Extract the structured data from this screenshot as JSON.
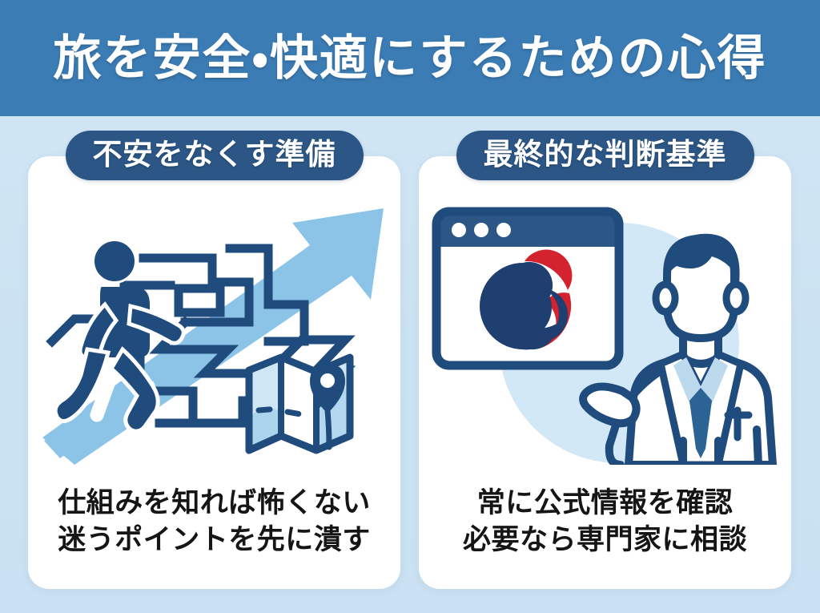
{
  "header": {
    "title": "旅を安全・快適にするための心得",
    "bg_color": "#3b7cb5",
    "text_color": "#ffffff"
  },
  "page": {
    "background_color": "#cfe5f4",
    "card_background_color": "#ffffff",
    "badge_color": "#2b5685",
    "accent_navy": "#1f4b7d",
    "accent_light_blue": "#8cc4e8",
    "accent_red": "#d2232f"
  },
  "cards": [
    {
      "badge": "不安をなくす準備",
      "illustration": "person-walking-maze-arrow-map",
      "illustration_parts": [
        "upward-arrow-icon",
        "maze-icon",
        "walking-person-icon",
        "folded-map-icon",
        "location-pin-icon"
      ],
      "caption_lines": [
        "仕組みを知れば怖くない",
        "迷うポイントを先に潰す"
      ]
    },
    {
      "badge": "最終的な判断基準",
      "illustration": "browser-window-taegeuk-expert",
      "illustration_parts": [
        "browser-window-icon",
        "taegeuk-emblem-icon",
        "expert-person-icon",
        "circle-backdrop"
      ],
      "caption_lines": [
        "常に公式情報を確認",
        "必要なら専門家に相談"
      ]
    }
  ]
}
